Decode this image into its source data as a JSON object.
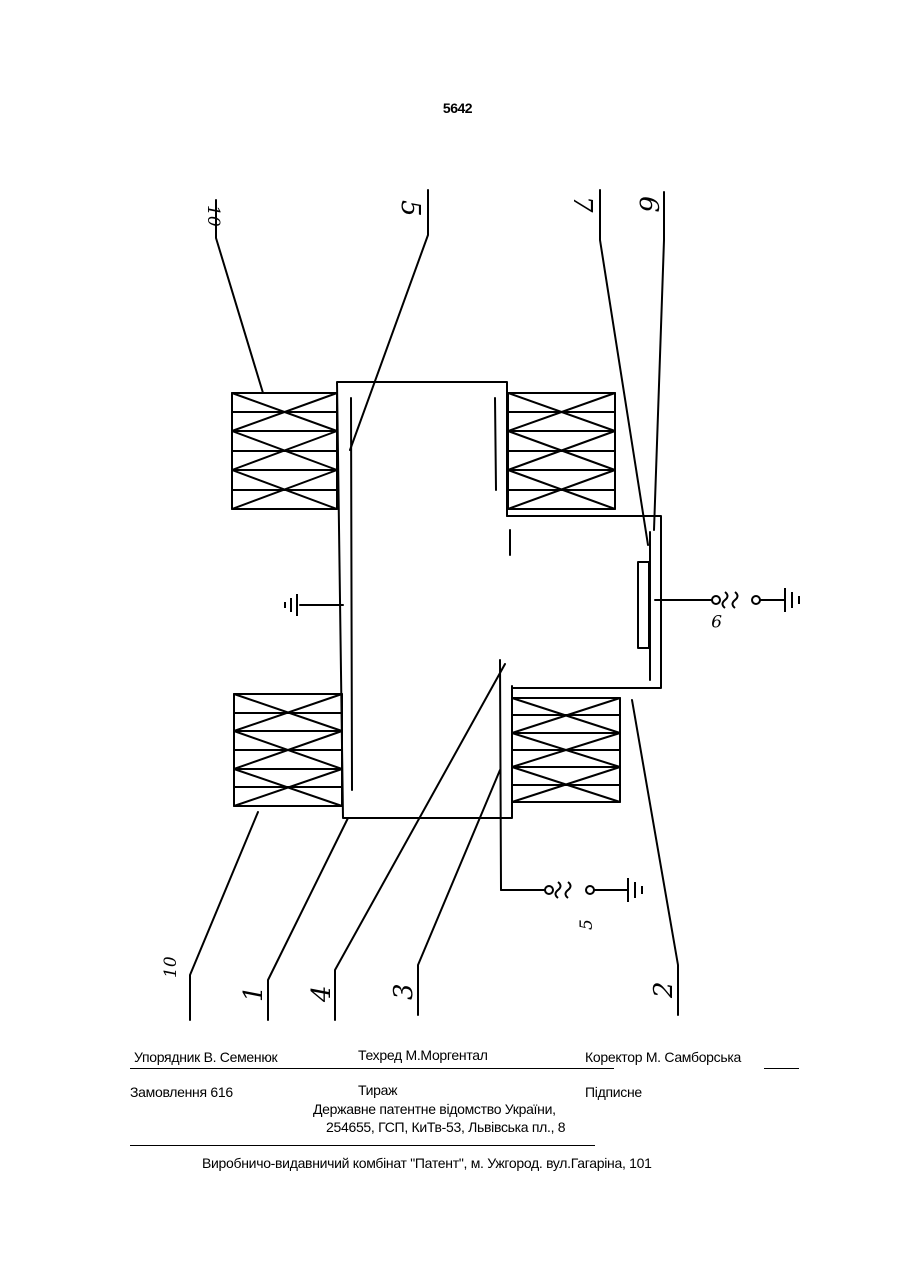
{
  "page": {
    "number": "5642"
  },
  "drawing": {
    "labels": [
      {
        "id": "label-10-top",
        "text": "10"
      },
      {
        "id": "label-5-top",
        "text": "5"
      },
      {
        "id": "label-7-top",
        "text": "7"
      },
      {
        "id": "label-6-top",
        "text": "6"
      },
      {
        "id": "label-9",
        "text": "9"
      },
      {
        "id": "label-5-bottom",
        "text": "5"
      },
      {
        "id": "label-10-bottom",
        "text": "10"
      },
      {
        "id": "label-1",
        "text": "1"
      },
      {
        "id": "label-4",
        "text": "4"
      },
      {
        "id": "label-3",
        "text": "3"
      },
      {
        "id": "label-2",
        "text": "2"
      }
    ]
  },
  "footer": {
    "compiler": "Упорядник В. Семенюк",
    "techred": "Техред М.Моргентал",
    "corrector": "Коректор М. Самборська",
    "order": "Замовлення 616",
    "circulation": "Тираж",
    "subscription": "Підписне",
    "office_line1": "Державне патентне відомство України,",
    "office_line2": "254655, ГСП, КиТв-53, Львівська пл., 8",
    "publisher": "Виробничо-видавничий комбінат \"Патент\", м. Ужгород. вул.Гагаріна, 101"
  }
}
